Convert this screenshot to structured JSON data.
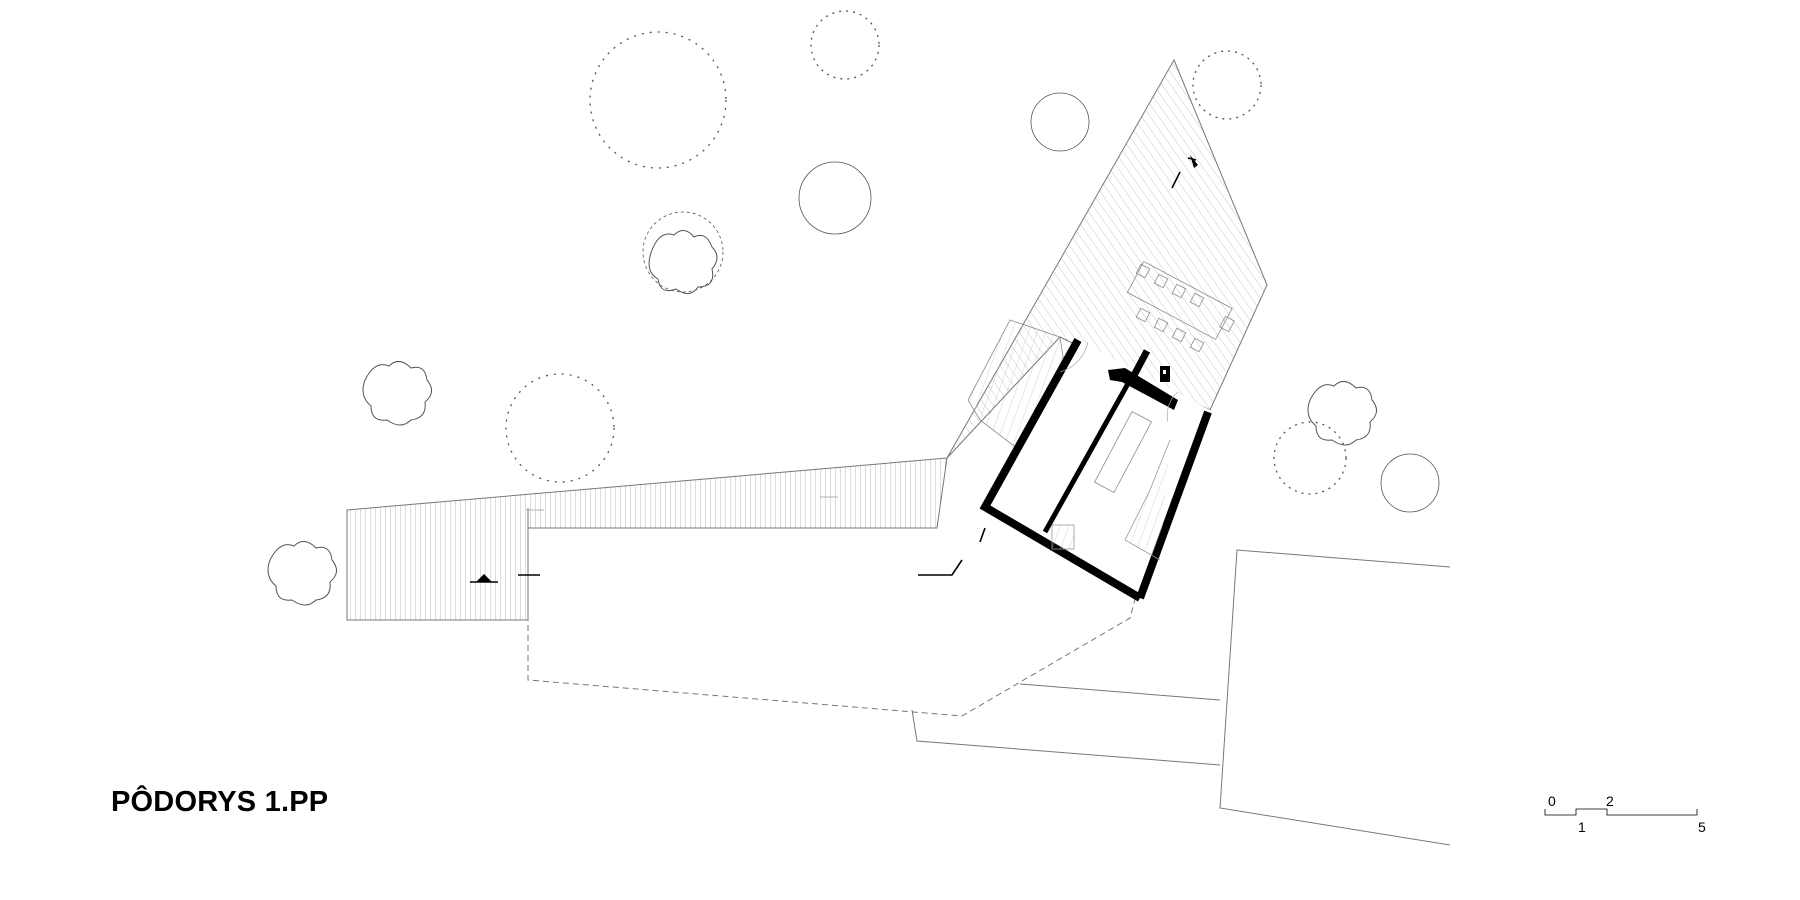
{
  "drawing": {
    "title": "PÔDORYS 1.PP",
    "scale_bar": {
      "top_labels": [
        "0",
        "2"
      ],
      "bottom_labels": [
        "1",
        "5"
      ]
    }
  }
}
